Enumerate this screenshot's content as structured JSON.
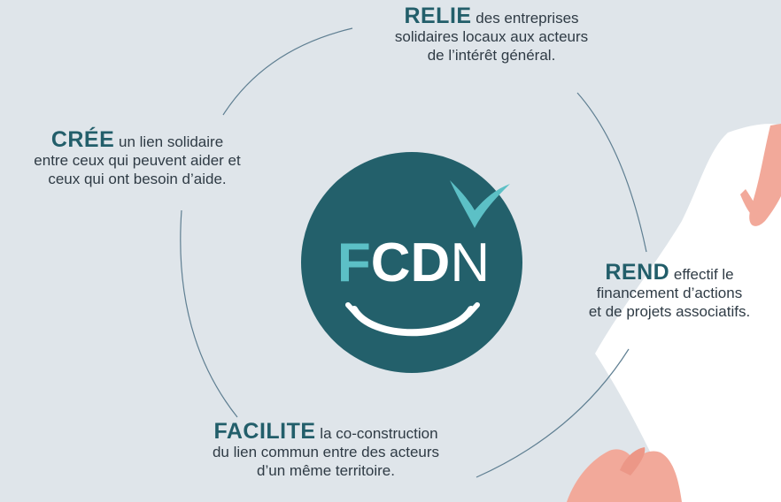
{
  "logo": {
    "letters_light": "F",
    "letters_bold": "CD",
    "letters_thin": "N",
    "bg_color": "#23606b",
    "accent_color": "#5cc0c6"
  },
  "items": [
    {
      "id": "relie",
      "keyword": "RELIE",
      "rest_first": " des entreprises",
      "line2": "solidaires locaux aux acteurs",
      "line3": "de l’intérêt général."
    },
    {
      "id": "cree",
      "keyword": "CRÉE",
      "rest_first": " un lien solidaire",
      "line2": "entre ceux qui peuvent aider et",
      "line3": "ceux qui ont besoin d’aide."
    },
    {
      "id": "rend",
      "keyword": "REND",
      "rest_first": " effectif le",
      "line2": "financement d’actions",
      "line3": "et de projets associatifs."
    },
    {
      "id": "facilite",
      "keyword": "FACILITE",
      "rest_first": " la co-construction",
      "line2": "du lien commun entre des acteurs",
      "line3": "d’un même territoire."
    }
  ]
}
